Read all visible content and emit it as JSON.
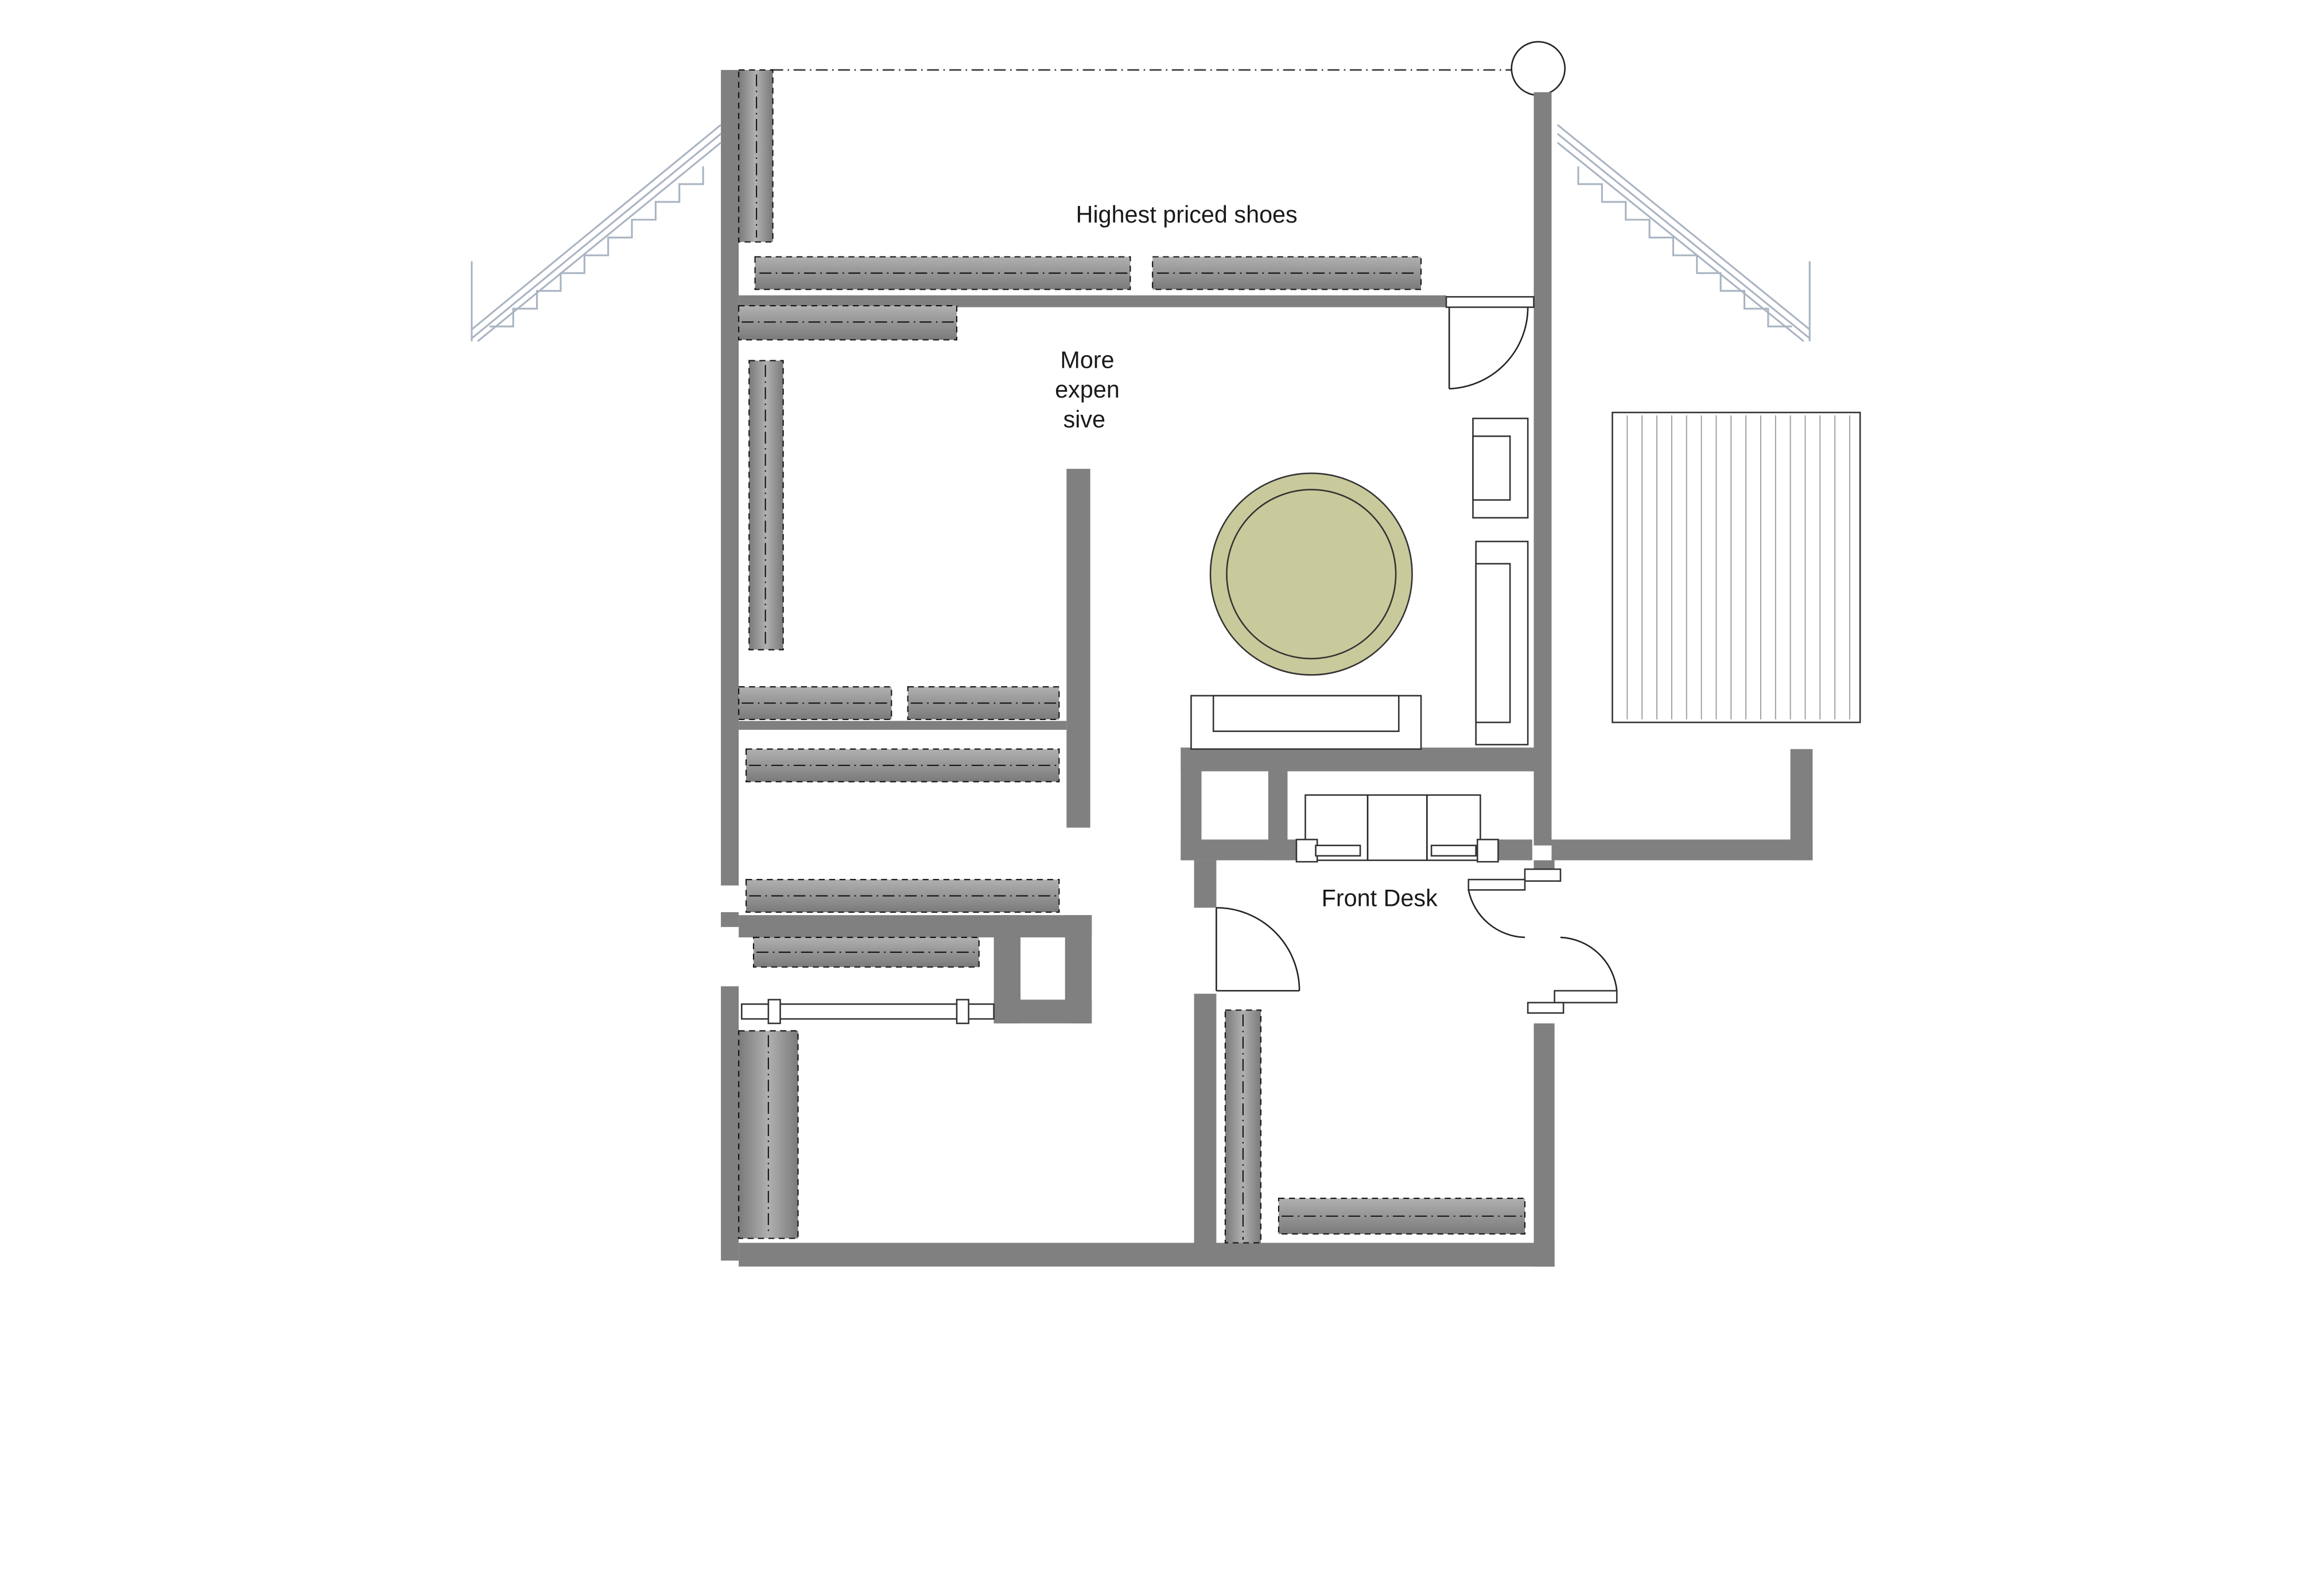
{
  "labels": {
    "top_area": "Highest priced shoes",
    "middle_area_line1": "More",
    "middle_area_line2": "expen",
    "middle_area_line3": "sive",
    "front_desk": "Front Desk"
  },
  "colors": {
    "wall": "#808080",
    "shelf_light": "#b0b0b0",
    "shelf_dark": "#7a7a7a",
    "rug": "#c9ca9c",
    "stair": "#a9b4c2"
  },
  "icons": [
    "staircase-icon",
    "door-swing-icon",
    "sofa-icon",
    "round-rug-icon",
    "table-icon",
    "column-icon"
  ]
}
